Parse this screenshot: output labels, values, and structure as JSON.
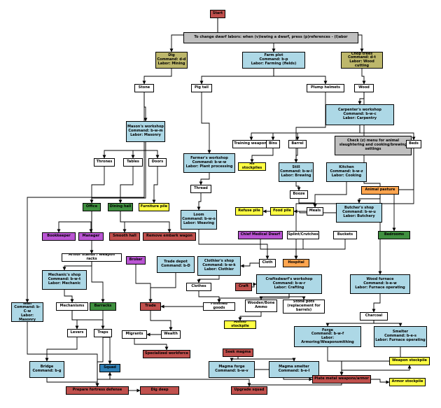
{
  "diagram": {
    "nodes": [
      {
        "id": "start",
        "label": "Start",
        "color": "red"
      },
      {
        "id": "tip",
        "label": "To change dwarf labors: when (v)iewing a dwarf, press (p)references - (l)abor",
        "color": "gray"
      },
      {
        "id": "dig",
        "label": "Dig\nCommand: d-d\nLabor: Mining",
        "color": "olive"
      },
      {
        "id": "farm",
        "label": "Farm plot\nCommand: b-p\nLabor: Farming (fields)",
        "color": "blue"
      },
      {
        "id": "chop",
        "label": "Chop trees\nCommand: d-t\nLabor: Wood cutting",
        "color": "olive"
      },
      {
        "id": "stone",
        "label": "Stone",
        "color": "white"
      },
      {
        "id": "pigtail",
        "label": "Pig tail",
        "color": "white"
      },
      {
        "id": "plump",
        "label": "Plump helmets",
        "color": "white"
      },
      {
        "id": "wood",
        "label": "Wood",
        "color": "white"
      },
      {
        "id": "mason",
        "label": "Mason's workshop\nCommand: b-w-m\nLabor: Masonry",
        "color": "blue"
      },
      {
        "id": "carp",
        "label": "Carpenter's workshop\nCommand: b-w-c\nLabor: Carpentry",
        "color": "blue"
      },
      {
        "id": "training",
        "label": "Training weapons",
        "color": "white"
      },
      {
        "id": "bins",
        "label": "Bins",
        "color": "white"
      },
      {
        "id": "barrel",
        "label": "Barrel",
        "color": "white"
      },
      {
        "id": "check",
        "label": "Check (z) menu for animal slaughtering and cooking/brewing settings",
        "color": "gray"
      },
      {
        "id": "beds",
        "label": "Beds",
        "color": "white"
      },
      {
        "id": "thrones",
        "label": "Thrones",
        "color": "white"
      },
      {
        "id": "tables",
        "label": "Tables",
        "color": "white"
      },
      {
        "id": "doors",
        "label": "Doors",
        "color": "white"
      },
      {
        "id": "farmer",
        "label": "Farmer's workshop\nCommand: b-w-w\nLabor: Plant processing",
        "color": "blue"
      },
      {
        "id": "allstock",
        "label": "All stockpiles",
        "color": "yellow"
      },
      {
        "id": "still",
        "label": "Still\nCommand: b-w-l\nLabor: Brewing",
        "color": "blue"
      },
      {
        "id": "kitchen",
        "label": "Kitchen\nCommand: b-w-z\nLabor: Cooking",
        "color": "blue"
      },
      {
        "id": "thread",
        "label": "Thread",
        "color": "white"
      },
      {
        "id": "booze",
        "label": "Booze",
        "color": "white"
      },
      {
        "id": "pasture",
        "label": "Animal pasture",
        "color": "orange"
      },
      {
        "id": "office",
        "label": "Office",
        "color": "green"
      },
      {
        "id": "dining",
        "label": "Dining hall",
        "color": "green"
      },
      {
        "id": "furnpile",
        "label": "Furniture pile",
        "color": "yellow"
      },
      {
        "id": "loom",
        "label": "Loom\nCommand: b-w-o\nLabor: Weaving",
        "color": "blue"
      },
      {
        "id": "refuse",
        "label": "Refuse pile",
        "color": "yellow"
      },
      {
        "id": "foodpile",
        "label": "Food pile",
        "color": "yellow"
      },
      {
        "id": "meals",
        "label": "Meals",
        "color": "white"
      },
      {
        "id": "butcher",
        "label": "Butcher's shop\nCommand: b-w-u\nLabor: Butchery",
        "color": "blue"
      },
      {
        "id": "bookkeeper",
        "label": "Bookkeeper",
        "color": "purple"
      },
      {
        "id": "manager",
        "label": "Manager",
        "color": "purple"
      },
      {
        "id": "smooth",
        "label": "Smooth hall",
        "color": "red"
      },
      {
        "id": "remove",
        "label": "Remove embark wagon",
        "color": "red"
      },
      {
        "id": "cmd",
        "label": "Chief Medical Dwarf",
        "color": "purple"
      },
      {
        "id": "splint",
        "label": "Splint/Crutches",
        "color": "white"
      },
      {
        "id": "buckets",
        "label": "Buckets",
        "color": "white"
      },
      {
        "id": "bedrooms",
        "label": "Bedrooms",
        "color": "green"
      },
      {
        "id": "armor",
        "label": "Armor stands / Weapon racks",
        "color": "white"
      },
      {
        "id": "broker",
        "label": "Broker",
        "color": "purple"
      },
      {
        "id": "depot",
        "label": "Trade depot\nCommand: b-D",
        "color": "blue"
      },
      {
        "id": "clothier",
        "label": "Clothier's shop\nCommand: b-w-k\nLabor: Clothier",
        "color": "blue"
      },
      {
        "id": "cloth",
        "label": "Cloth",
        "color": "white"
      },
      {
        "id": "hospital",
        "label": "Hospital",
        "color": "orange"
      },
      {
        "id": "mechanic",
        "label": "Mechanic's shop\nCommand: b-w-t\nLabor: Mechanic",
        "color": "blue"
      },
      {
        "id": "craftsdwarf",
        "label": "Craftsdwarf's workshop\nCommand: b-w-r\nLabor: Crafting",
        "color": "blue"
      },
      {
        "id": "craft",
        "label": "Craft",
        "color": "red"
      },
      {
        "id": "woodfurn",
        "label": "Wood furnace\nCommand: b-e-w\nLabor: Furnace operating",
        "color": "blue"
      },
      {
        "id": "clothes",
        "label": "Clothes",
        "color": "white"
      },
      {
        "id": "wall",
        "label": "Wall\nCommand: b-C-w\nLabor: Masonry",
        "color": "blue"
      },
      {
        "id": "mechanisms",
        "label": "Mechanisms",
        "color": "white"
      },
      {
        "id": "barracks",
        "label": "Barracks",
        "color": "green"
      },
      {
        "id": "trade",
        "label": "Trade",
        "color": "red"
      },
      {
        "id": "finished",
        "label": "Finished goods",
        "color": "white"
      },
      {
        "id": "wbammo",
        "label": "Wooden/Bone Ammo",
        "color": "white"
      },
      {
        "id": "stonepots",
        "label": "Stone pots (replacement for barrels)",
        "color": "white"
      },
      {
        "id": "charcoal",
        "label": "Charcoal",
        "color": "white"
      },
      {
        "id": "levers",
        "label": "Levers",
        "color": "white"
      },
      {
        "id": "traps",
        "label": "Traps",
        "color": "white"
      },
      {
        "id": "migrants",
        "label": "Migrants",
        "color": "white"
      },
      {
        "id": "wealth",
        "label": "Wealth",
        "color": "white"
      },
      {
        "id": "ammopile",
        "label": "Ammo stockpile",
        "color": "yellow"
      },
      {
        "id": "forge",
        "label": "Forge\nCommand: b-w-f\nLabor: Armoring/Weaponsmithing",
        "color": "blue"
      },
      {
        "id": "smelter",
        "label": "Smelter\nCommand: b-e-s\nLabor: Furnace operating",
        "color": "blue"
      },
      {
        "id": "specialized",
        "label": "Specialized workforce",
        "color": "red"
      },
      {
        "id": "magma",
        "label": "Seek magma",
        "color": "red"
      },
      {
        "id": "bridge",
        "label": "Bridge\nCommand: b-g",
        "color": "blue"
      },
      {
        "id": "squad",
        "label": "Squad",
        "color": "steel"
      },
      {
        "id": "magforge",
        "label": "Magma forge\nCommand: b-w-v",
        "color": "blue"
      },
      {
        "id": "magsmelter",
        "label": "Magma smelter\nCommand: b-e-l",
        "color": "blue"
      },
      {
        "id": "weappile",
        "label": "Weapon stockpile",
        "color": "yellow"
      },
      {
        "id": "plate",
        "label": "Plate metal weapons/armor",
        "color": "red"
      },
      {
        "id": "armorpile",
        "label": "Armor stockpile",
        "color": "yellow"
      },
      {
        "id": "defense",
        "label": "Prepare fortress defense",
        "color": "red"
      },
      {
        "id": "digdeep",
        "label": "Dig deep",
        "color": "red"
      },
      {
        "id": "upgrade",
        "label": "Upgrade squad",
        "color": "red"
      }
    ],
    "edges": [
      [
        "start",
        "dig"
      ],
      [
        "start",
        "farm"
      ],
      [
        "start",
        "chop"
      ],
      [
        "dig",
        "stone"
      ],
      [
        "farm",
        "pigtail"
      ],
      [
        "farm",
        "plump"
      ],
      [
        "chop",
        "wood"
      ],
      [
        "stone",
        "mason"
      ],
      [
        "stone",
        "wall"
      ],
      [
        "pigtail",
        "farmer"
      ],
      [
        "plump",
        "still"
      ],
      [
        "wood",
        "carp"
      ],
      [
        "wood",
        "woodfurn"
      ],
      [
        "mason",
        "thrones"
      ],
      [
        "mason",
        "tables"
      ],
      [
        "mason",
        "doors"
      ],
      [
        "mason",
        "armor"
      ],
      [
        "carp",
        "training"
      ],
      [
        "carp",
        "bins"
      ],
      [
        "carp",
        "barrel"
      ],
      [
        "carp",
        "beds"
      ],
      [
        "bins",
        "allstock"
      ],
      [
        "barrel",
        "still"
      ],
      [
        "still",
        "booze"
      ],
      [
        "kitchen",
        "meals"
      ],
      [
        "booze",
        "meals"
      ],
      [
        "pasture",
        "butcher"
      ],
      [
        "meals",
        "foodpile"
      ],
      [
        "butcher",
        "refuse"
      ],
      [
        "thrones",
        "office"
      ],
      [
        "tables",
        "dining"
      ],
      [
        "doors",
        "furnpile"
      ],
      [
        "office",
        "bookkeeper"
      ],
      [
        "office",
        "manager"
      ],
      [
        "dining",
        "smooth"
      ],
      [
        "dining",
        "remove"
      ],
      [
        "farmer",
        "thread"
      ],
      [
        "thread",
        "loom"
      ],
      [
        "loom",
        "cloth"
      ],
      [
        "cmd",
        "hospital"
      ],
      [
        "splint",
        "hospital"
      ],
      [
        "buckets",
        "hospital"
      ],
      [
        "beds",
        "bedrooms"
      ],
      [
        "beds",
        "hospital"
      ],
      [
        "cloth",
        "clothier"
      ],
      [
        "clothier",
        "clothes"
      ],
      [
        "clothes",
        "finished"
      ],
      [
        "craftsdwarf",
        "finished"
      ],
      [
        "craftsdwarf",
        "wbammo"
      ],
      [
        "craftsdwarf",
        "stonepots"
      ],
      [
        "craft",
        "craftsdwarf"
      ],
      [
        "wbammo",
        "ammopile"
      ],
      [
        "finished",
        "trade"
      ],
      [
        "broker",
        "trade"
      ],
      [
        "depot",
        "trade"
      ],
      [
        "trade",
        "wealth"
      ],
      [
        "wealth",
        "migrants"
      ],
      [
        "migrants",
        "specialized"
      ],
      [
        "armor",
        "mechanic"
      ],
      [
        "armor",
        "barracks"
      ],
      [
        "mechanic",
        "mechanisms"
      ],
      [
        "mechanisms",
        "levers"
      ],
      [
        "mechanisms",
        "traps"
      ],
      [
        "levers",
        "bridge"
      ],
      [
        "bridge",
        "defense"
      ],
      [
        "traps",
        "defense"
      ],
      [
        "wall",
        "defense"
      ],
      [
        "barracks",
        "squad"
      ],
      [
        "squad",
        "defense"
      ],
      [
        "defense",
        "digdeep"
      ],
      [
        "woodfurn",
        "charcoal"
      ],
      [
        "charcoal",
        "forge"
      ],
      [
        "charcoal",
        "smelter"
      ],
      [
        "forge",
        "plate"
      ],
      [
        "smelter",
        "plate"
      ],
      [
        "magma",
        "magforge"
      ],
      [
        "magma",
        "magsmelter"
      ],
      [
        "magforge",
        "plate"
      ],
      [
        "magsmelter",
        "plate"
      ],
      [
        "plate",
        "weappile"
      ],
      [
        "plate",
        "armorpile"
      ],
      [
        "plate",
        "upgrade"
      ],
      [
        "upgrade",
        "squad"
      ]
    ]
  }
}
